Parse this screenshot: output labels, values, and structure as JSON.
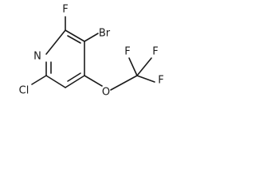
{
  "molecule": {
    "atoms": {
      "n": "N",
      "f_top": "F",
      "br": "Br",
      "cl": "Cl",
      "o": "O",
      "f_cf3_1": "F",
      "f_cf3_2": "F",
      "f_cf3_3": "F"
    }
  }
}
